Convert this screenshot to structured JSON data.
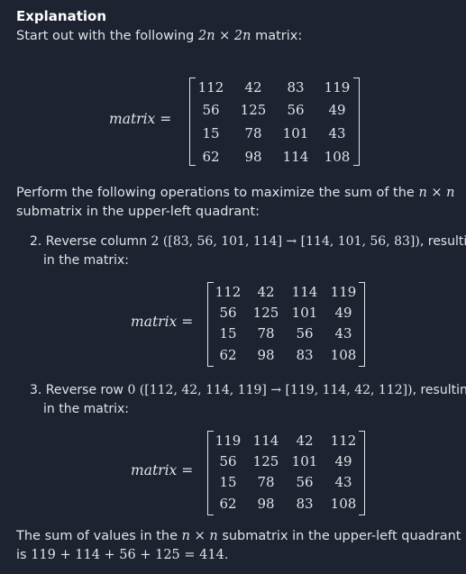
{
  "heading": "Explanation",
  "intro": {
    "text": "Start out with the following",
    "math": "2n × 2n",
    "tail": "matrix:"
  },
  "matrix_label": "matrix =",
  "matrix1": [
    [
      "112",
      "42",
      "83",
      "119"
    ],
    [
      "56",
      "125",
      "56",
      "49"
    ],
    [
      "15",
      "78",
      "101",
      "43"
    ],
    [
      "62",
      "98",
      "114",
      "108"
    ]
  ],
  "perform": {
    "line1_text": "Perform the following operations to maximize the sum of the",
    "line1_math": "n × n",
    "line2_text": "submatrix in the upper-left quadrant:"
  },
  "step2": {
    "prefix": "2. Reverse column",
    "math": "2 ([83, 56, 101, 114] → [114, 101, 56, 83])",
    "suffix": ", resulting",
    "line2": "in the matrix:"
  },
  "matrix2": [
    [
      "112",
      "42",
      "114",
      "119"
    ],
    [
      "56",
      "125",
      "101",
      "49"
    ],
    [
      "15",
      "78",
      "56",
      "43"
    ],
    [
      "62",
      "98",
      "83",
      "108"
    ]
  ],
  "step3": {
    "prefix": "3. Reverse row",
    "math": "0 ([112, 42, 114, 119] → [119, 114, 42, 112])",
    "suffix": ", resulting",
    "line2": "in the matrix:"
  },
  "matrix3": [
    [
      "119",
      "114",
      "42",
      "112"
    ],
    [
      "56",
      "125",
      "101",
      "49"
    ],
    [
      "15",
      "78",
      "56",
      "43"
    ],
    [
      "62",
      "98",
      "83",
      "108"
    ]
  ],
  "conclusion": {
    "line1_text": "The sum of values in the",
    "line1_math": "n × n",
    "line1_tail": "submatrix in the upper-left quadrant",
    "line2_prefix": "is",
    "line2_math": "119 + 114 + 56 + 125 = 414",
    "line2_tail": "."
  }
}
